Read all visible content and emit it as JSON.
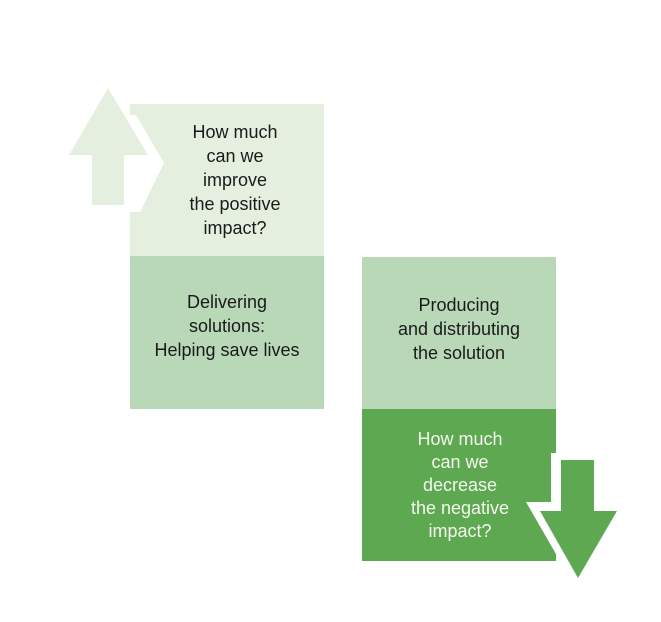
{
  "diagram": {
    "colors": {
      "very_light_green": "#e5efe0",
      "light_green": "#b8d8b8",
      "green": "#5fa852",
      "text_dark": "#1a1a1a",
      "text_light": "#f2f8ee"
    },
    "left_column": {
      "top_box": {
        "text": "How much\ncan we\nimprove\nthe positive\nimpact?"
      },
      "bottom_box": {
        "text": "Delivering\nsolutions:\nHelping save lives"
      },
      "arrow": {
        "direction": "up",
        "icon": "arrow-up-icon"
      }
    },
    "right_column": {
      "top_box": {
        "text": "Producing\nand distributing\nthe solution"
      },
      "bottom_box": {
        "text": "How much\ncan we\ndecrease\nthe negative\nimpact?"
      },
      "arrow": {
        "direction": "down",
        "icon": "arrow-down-icon"
      }
    }
  }
}
